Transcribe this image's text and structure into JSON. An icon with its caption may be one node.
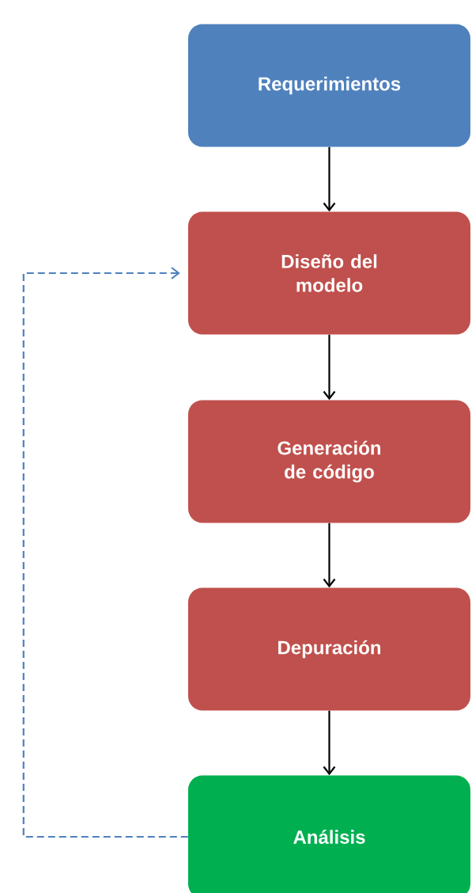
{
  "diagram": {
    "nodes": [
      {
        "text": [
          "Requerimientos"
        ]
      },
      {
        "text": [
          "Diseño del modelo"
        ]
      },
      {
        "text": [
          "Generación de código"
        ]
      },
      {
        "text": [
          "Depuración"
        ]
      },
      {
        "text": [
          "Análisis"
        ]
      }
    ],
    "edges": [
      {
        "from": 0,
        "to": 1,
        "arrow": "to"
      },
      {
        "from": 1,
        "to": 2,
        "arrow": "to"
      },
      {
        "from": 2,
        "to": 3,
        "arrow": "to"
      },
      {
        "from": 3,
        "to": 4,
        "arrow": "to"
      },
      {
        "from": 4,
        "to": 1,
        "arrow": "to",
        "style": "dashed",
        "color": "#4f81bd"
      }
    ]
  }
}
